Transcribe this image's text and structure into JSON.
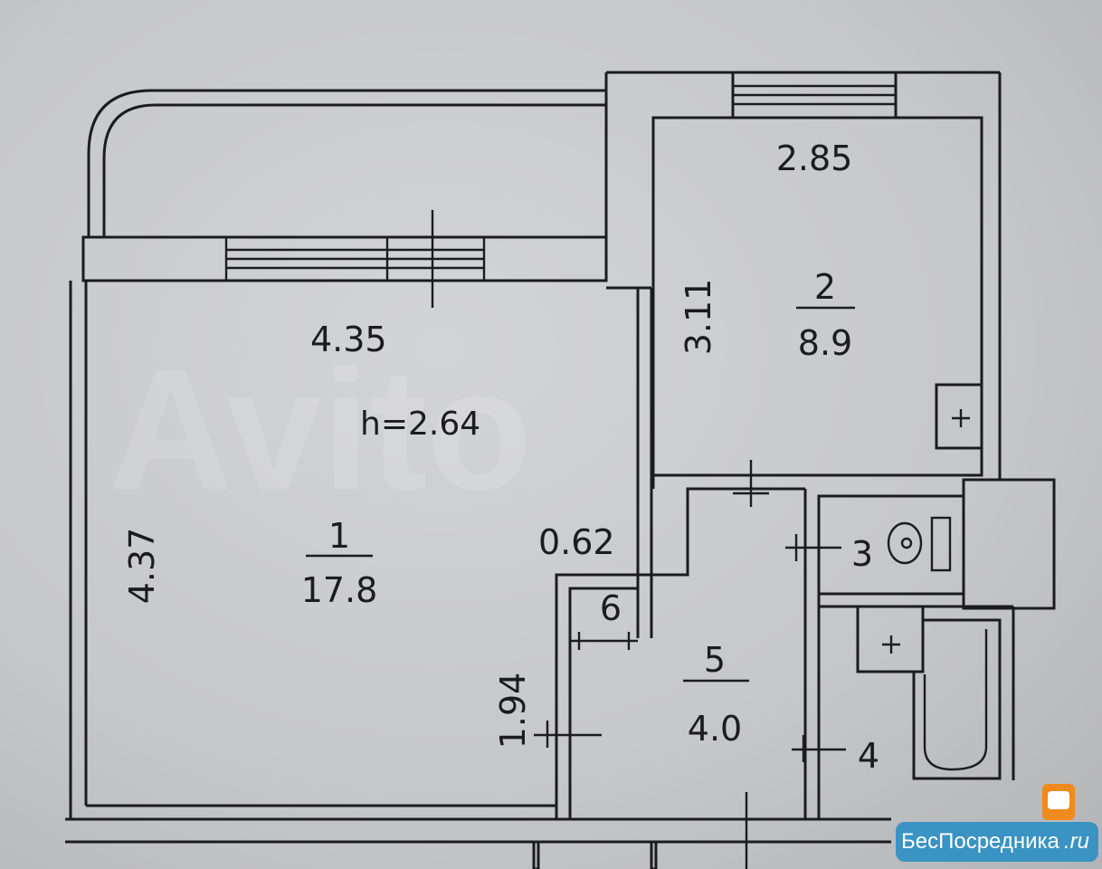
{
  "watermark": "Avito",
  "plan": {
    "ceiling_height": "h=2.64",
    "dimensions": {
      "room1_width": "4.35",
      "room1_length": "4.37",
      "room2_width": "2.85",
      "room2_length": "3.11",
      "closet_width": "0.62",
      "hall_length": "1.94"
    },
    "rooms": [
      {
        "number": "1",
        "area": "17.8"
      },
      {
        "number": "2",
        "area": "8.9"
      },
      {
        "number": "3"
      },
      {
        "number": "4"
      },
      {
        "number": "5",
        "area": "4.0"
      },
      {
        "number": "6"
      }
    ]
  },
  "logo": {
    "text": "БесПосредника",
    "suffix": ".ru"
  }
}
